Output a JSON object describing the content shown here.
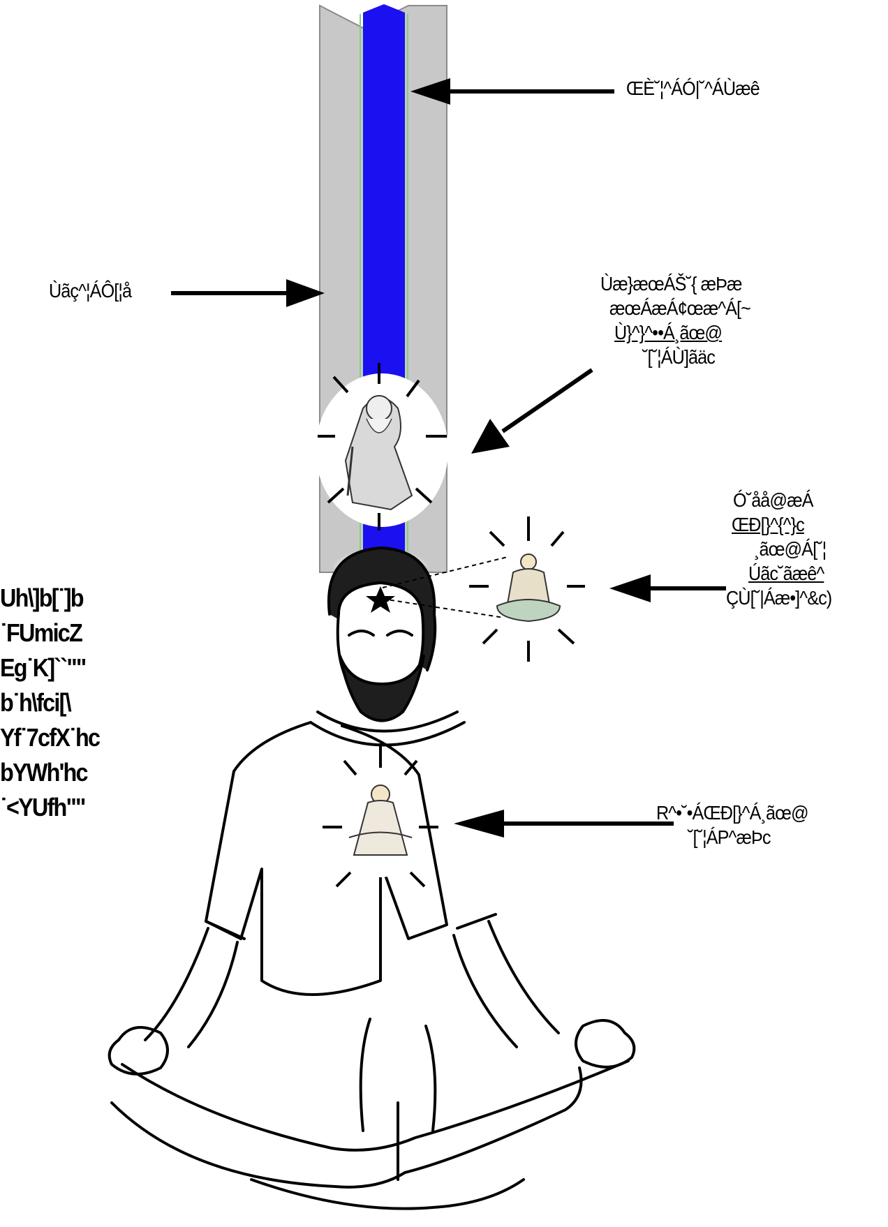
{
  "labels": {
    "top_right": "ŒÈ˘¦^ÁÓ|˘^ÁÙæê",
    "left_channel": "Ùãç^¦ÁÔ[¦å",
    "sage": [
      "Ùæ}æœÁŠ˘{ æÞæ",
      "æœÁæÁ¢œæ^Á[~",
      "Ù}^}^••Á¸ãœ@",
      "˘[˘¦ÁÙ]ãäc"
    ],
    "buddha": [
      "Ó˘åå@æÁ",
      "ŒĐ[}^{^}c",
      "¸ãœ@Á[˘¦",
      "Úãc˘ãæê^",
      "ÇÙ[˘|Áæ•]^&c)"
    ],
    "jesus": [
      "R^•˘•ÁŒĐ[}^Á¸ãœ@",
      "˘[˘¦ÁP^æÞc"
    ],
    "left_block": [
      "Uh\\]b[˙]b",
      "˙FUmicZ",
      "Eg˙K]``\"\"",
      "b˙h\\fci[\\",
      "Yf˙7cfX˙hc",
      "bYWh'hc",
      "˙<YUfh\"\""
    ]
  },
  "colors": {
    "channel_outer": "#c8c8c8",
    "channel_inner": "#1b10f0",
    "line": "#000000"
  }
}
